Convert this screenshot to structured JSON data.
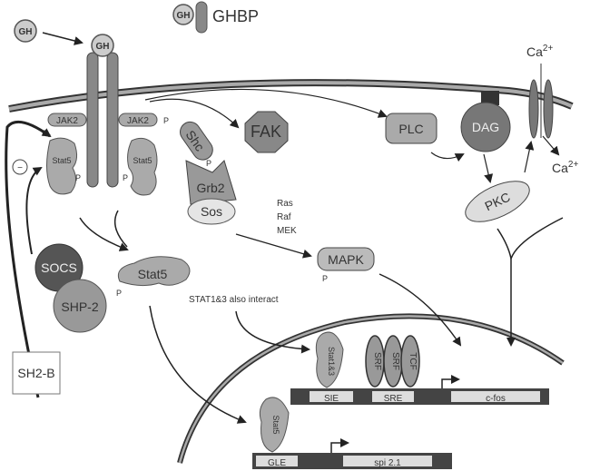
{
  "legend": {
    "gh": "GH",
    "ghbp": "GHBP"
  },
  "ligand": {
    "gh_free": "GH",
    "gh_bound": "GH"
  },
  "receptor": {
    "jak2_left": "JAK2",
    "jak2_right": "JAK2",
    "p": "P"
  },
  "proteins": {
    "stat5_left": "Stat5",
    "stat5_right": "Stat5",
    "stat5_dimer": "Stat5",
    "stat5_nuclear": "Stat5",
    "stat13": "Stat1&3",
    "shc": "Shc",
    "grb2": "Grb2",
    "sos": "Sos",
    "fak": "FAK",
    "plc": "PLC",
    "dag": "DAG",
    "pkc": "PKC",
    "mapk": "MAPK",
    "socs": "SOCS",
    "shp2": "SHP-2",
    "sh2b": "SH2-B",
    "srf1": "SRF",
    "srf2": "SRF",
    "tcf": "TCF"
  },
  "cascade": [
    "Ras",
    "Raf",
    "MEK"
  ],
  "ions": {
    "ca_out": "Ca",
    "ca_in": "Ca",
    "charge": "2+"
  },
  "notes": {
    "inhibit": "−",
    "stat_interact": "STAT1&3 also interact"
  },
  "genes": {
    "cfos": {
      "elements": [
        "SIE",
        "SRE"
      ],
      "gene": "c-fos"
    },
    "spi": {
      "elements": [
        "GLE"
      ],
      "gene": "spi 2.1"
    }
  }
}
